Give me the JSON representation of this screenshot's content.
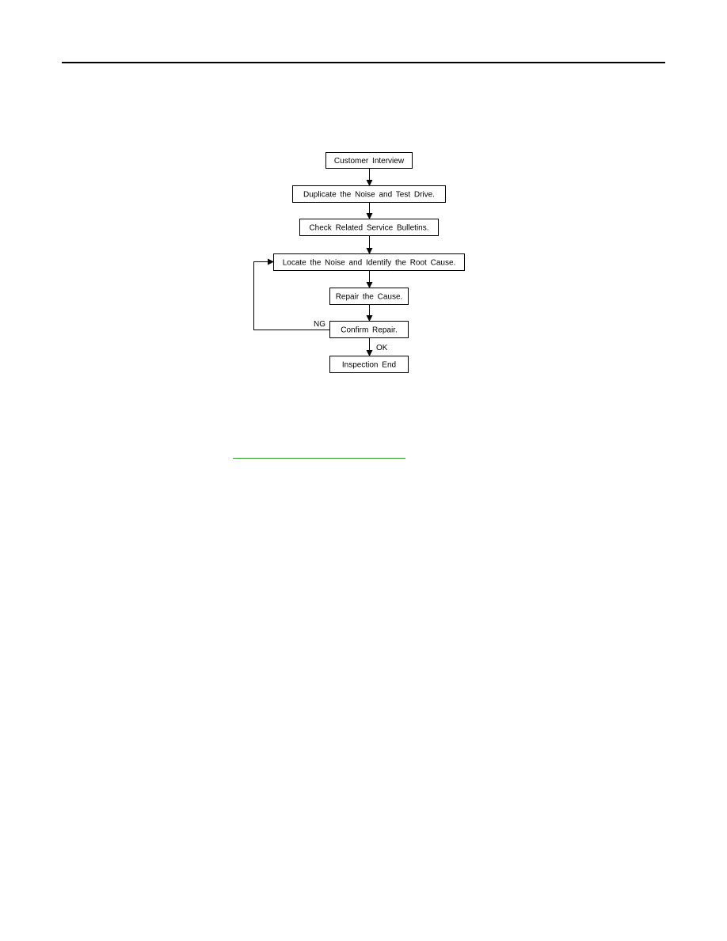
{
  "diagram": {
    "nodes": [
      {
        "id": "customer-interview",
        "label": "Customer Interview"
      },
      {
        "id": "duplicate-noise",
        "label": "Duplicate the Noise and Test Drive."
      },
      {
        "id": "check-bulletins",
        "label": "Check Related Service Bulletins."
      },
      {
        "id": "locate-noise",
        "label": "Locate the Noise and Identify the Root Cause."
      },
      {
        "id": "repair-cause",
        "label": "Repair the Cause."
      },
      {
        "id": "confirm-repair",
        "label": "Confirm Repair."
      },
      {
        "id": "inspection-end",
        "label": "Inspection End"
      }
    ],
    "edges": [
      {
        "from": "customer-interview",
        "to": "duplicate-noise",
        "label": ""
      },
      {
        "from": "duplicate-noise",
        "to": "check-bulletins",
        "label": ""
      },
      {
        "from": "check-bulletins",
        "to": "locate-noise",
        "label": ""
      },
      {
        "from": "locate-noise",
        "to": "repair-cause",
        "label": ""
      },
      {
        "from": "repair-cause",
        "to": "confirm-repair",
        "label": ""
      },
      {
        "from": "confirm-repair",
        "to": "inspection-end",
        "label": "OK"
      },
      {
        "from": "confirm-repair",
        "to": "locate-noise",
        "label": "NG"
      }
    ]
  },
  "colors": {
    "link_underline": "#2e9a2e",
    "lines": "#000000"
  }
}
